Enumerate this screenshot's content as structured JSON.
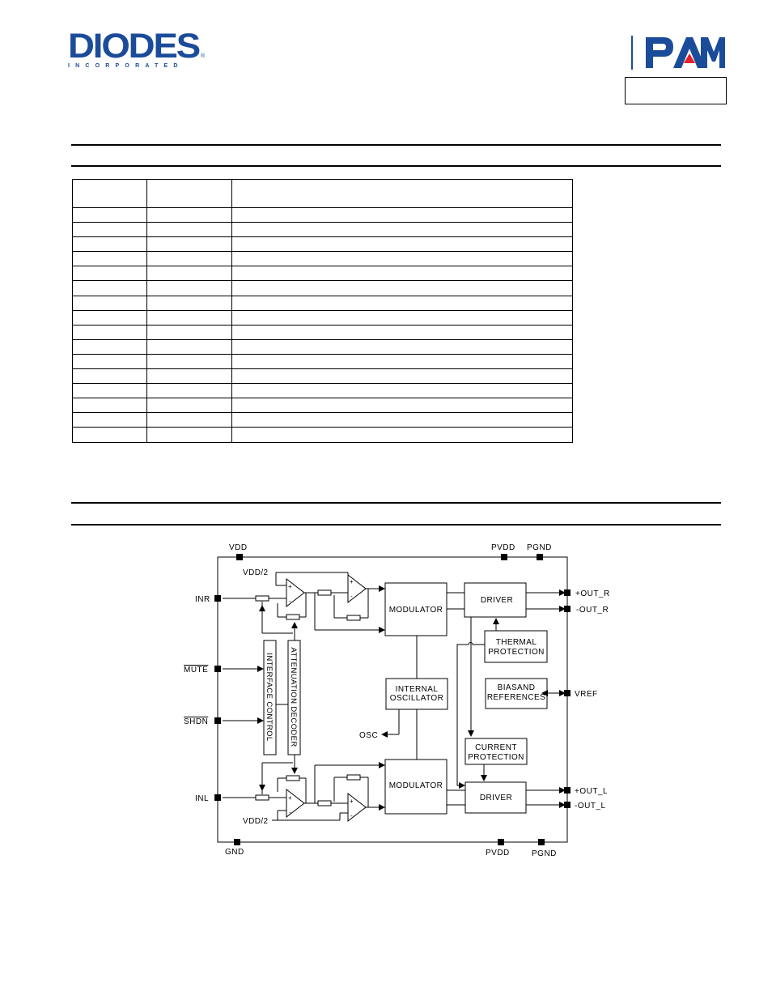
{
  "header": {
    "diodes_logo": {
      "word": "DIODES",
      "sub": "INCORPORATED",
      "reg": "®",
      "color": "#1b4c9a"
    },
    "pam_logo": {
      "word": "PAM",
      "color": "#1b4c9a",
      "accent": "#e4222b"
    }
  },
  "pin_table": {
    "rows": 16
  },
  "block_diagram": {
    "pins_top": {
      "vdd": "VDD",
      "pvdd": "PVDD",
      "pgnd": "PGND"
    },
    "pins_bottom": {
      "gnd": "GND",
      "pvdd": "PVDD",
      "pgnd": "PGND"
    },
    "pins_left": {
      "inr": "INR",
      "mute": "MUTE",
      "shdn": "SHDN",
      "inl": "INL",
      "osc": "OSC"
    },
    "pins_right": {
      "out_r_pos": "+OUT_R",
      "out_r_neg": "-OUT_R",
      "vref": "VREF",
      "out_l_pos": "+OUT_L",
      "out_l_neg": "-OUT_L"
    },
    "labels": {
      "vdd2_top": "VDD/2",
      "vdd2_bottom": "VDD/2",
      "modulator_top": "MODULATOR",
      "modulator_bottom": "MODULATOR",
      "driver_top": "DRIVER",
      "driver_bottom": "DRIVER",
      "thermal_1": "THERMAL",
      "thermal_2": "PROTECTION",
      "bias_1": "BIASAND",
      "bias_2": "REFERENCES",
      "osc_1": "INTERNAL",
      "osc_2": "OSCILLATOR",
      "current_1": "CURRENT",
      "current_2": "PROTECTION",
      "interface": "INTERFACE CONTROL",
      "attenuation": "ATTENUATION DECODER"
    }
  }
}
